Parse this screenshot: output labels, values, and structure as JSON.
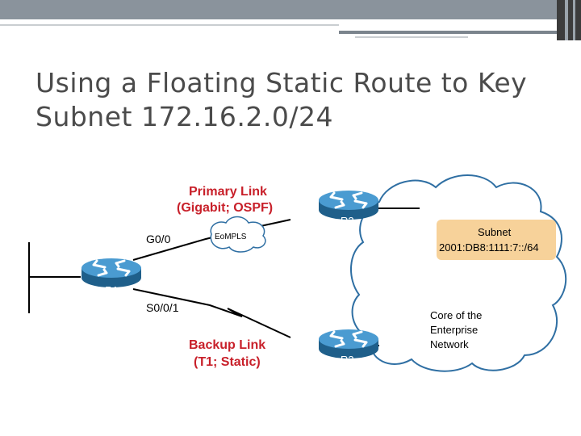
{
  "slide": {
    "title_line1": "Using a Floating Static Route to Key",
    "title_line2": "Subnet 172.16.2.0/24"
  },
  "diagram": {
    "primary_link_line1": "Primary Link",
    "primary_link_line2": "(Gigabit; OSPF)",
    "backup_link_line1": "Backup Link",
    "backup_link_line2": "(T1; Static)",
    "interface_g00": "G0/0",
    "interface_s001": "S0/0/1",
    "eompls_label": "EoMPLS",
    "router_r1": "R1",
    "router_r2": "R2",
    "router_r3": "R3",
    "subnet_title": "Subnet",
    "subnet_value": "2001:DB8:1111:7::/64",
    "core_line1": "Core of the",
    "core_line2": "Enterprise",
    "core_line3": "Network"
  },
  "colors": {
    "link_label": "#c8202a",
    "router_blue": "#2f7fb5",
    "subnet_box": "#f7d29a",
    "title_text": "#4b4b4b"
  }
}
